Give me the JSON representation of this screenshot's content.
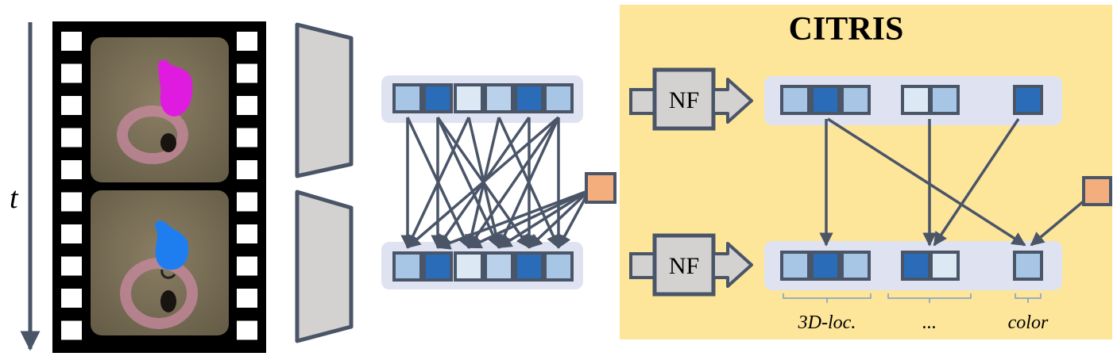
{
  "time_axis": {
    "label": "t"
  },
  "citris_panel": {
    "title": "CITRIS"
  },
  "nf_blocks": {
    "top_label": "NF",
    "bottom_label": "NF"
  },
  "group_labels": {
    "loc": "3D-loc.",
    "dots": "...",
    "color": "color"
  },
  "colors": {
    "frame": "#4a5568",
    "dark_blue": "#2b6cb8",
    "light_blue": "#a7c6e6",
    "pale_blue": "#dde8f5",
    "mid_light_blue": "#b9d1ea",
    "orange": "#f4ad7c",
    "citris_bg": "#fde59a",
    "row_bg": "#dfe3f1",
    "encoder_gray": "#d4d1d1"
  }
}
